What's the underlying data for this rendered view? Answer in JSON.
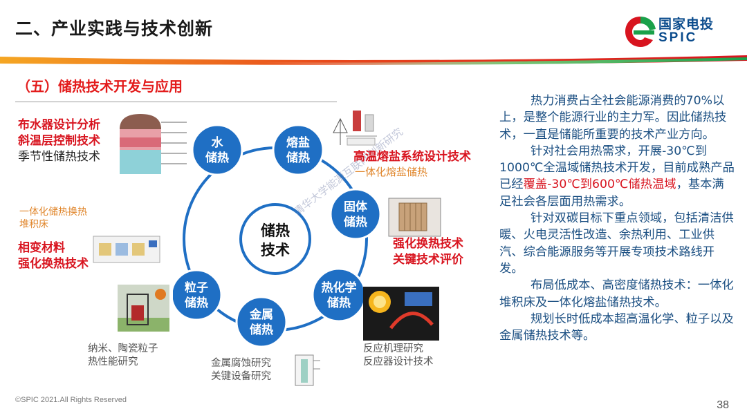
{
  "header": {
    "title": "二、产业实践与技术创新",
    "logo_cn": "国家电投",
    "logo_en": "SPIC"
  },
  "subtitle": "（五）储热技术开发与应用",
  "diagram": {
    "center": [
      "储热",
      "技术"
    ],
    "nodes": [
      {
        "id": "water",
        "lines": [
          "水",
          "储热"
        ]
      },
      {
        "id": "molten-salt",
        "lines": [
          "熔盐",
          "储热"
        ]
      },
      {
        "id": "solid",
        "lines": [
          "固体",
          "储热"
        ]
      },
      {
        "id": "thermochemical",
        "lines": [
          "热化学",
          "储热"
        ]
      },
      {
        "id": "metal",
        "lines": [
          "金属",
          "储热"
        ]
      },
      {
        "id": "particle",
        "lines": [
          "粒子",
          "储热"
        ]
      }
    ]
  },
  "labels": {
    "water_red": [
      "布水器设计分析",
      "斜温层控制技术"
    ],
    "water_black": "季节性储热技术",
    "solid_orange": [
      "一体化储热换热",
      "堆积床"
    ],
    "phase_red": [
      "相变材料",
      "强化换热技术"
    ],
    "salt_red": "高温熔盐系统设计技术",
    "salt_orange": "一体化熔盐储热",
    "solid_red": [
      "强化换热技术",
      "关键技术评价"
    ],
    "particle_gray": [
      "纳米、陶瓷粒子",
      "热性能研究"
    ],
    "metal_gray": [
      "金属腐蚀研究",
      "关键设备研究"
    ],
    "thermo_gray": [
      "反应机理研究",
      "反应器设计技术"
    ]
  },
  "right_text": {
    "p1": "热力消费占全社会能源消费的70%以上，是整个能源行业的主力军。因此储热技术，一直是储能所重要的技术产业方向。",
    "p2_a": "针对社会用热需求，开展-30℃到1000℃全温域储热技术开发，目前成熟产品已经",
    "p2_hl": "覆盖-30℃到600℃储热温域",
    "p2_b": "，基本满足社会各层面用热需求。",
    "p3": "针对双碳目标下重点领域，包括清洁供暖、火电灵活性改造、余热利用、工业供汽、综合能源服务等开展专项技术路线开发。",
    "p4": "布局低成本、高密度储热技术：一体化堆积床及一体化熔盐储热技术。",
    "p5": "规划长时低成本超高温化学、粒子以及金属储热技术等。"
  },
  "watermark": "清华大学能源互联网创新研究",
  "footer": "©SPIC 2021.All Rights Reserved",
  "page_number": "38",
  "colors": {
    "accent_red": "#d8141f",
    "node_blue": "#1f6fc4",
    "text_blue": "#1b4f82",
    "ring": "#1f6fc4"
  }
}
